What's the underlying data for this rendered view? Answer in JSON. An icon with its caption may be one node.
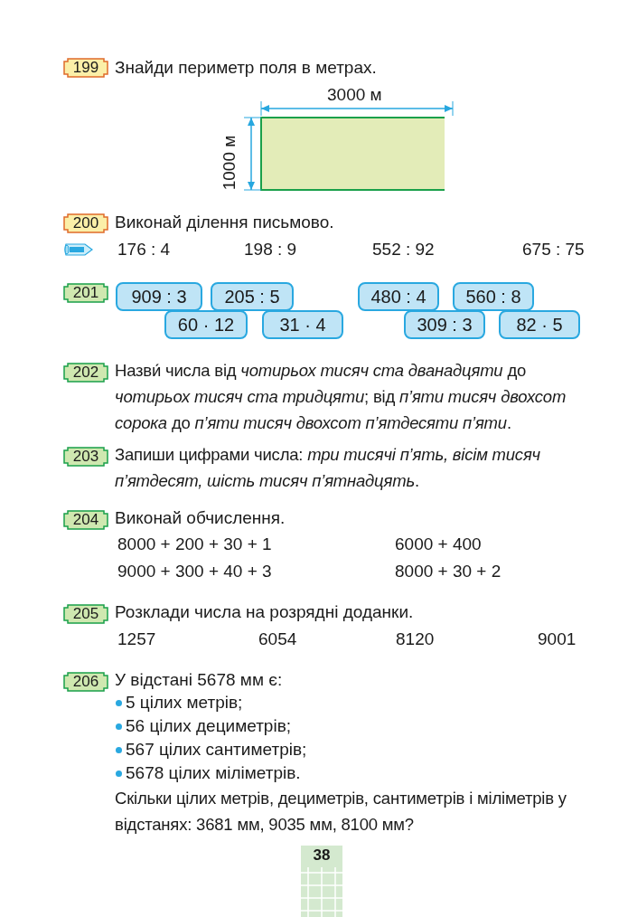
{
  "diagram": {
    "nodes": [
      {
        "text": [
          "199"
        ]
      },
      {
        "text": [
          "200"
        ]
      },
      {
        "text": [
          "201"
        ]
      },
      {
        "text": [
          "909 : 3"
        ]
      },
      {
        "text": [
          "205 : 5"
        ]
      },
      {
        "text": [
          "480 : 4"
        ]
      },
      {
        "text": [
          "560 : 8"
        ]
      },
      {
        "text": [
          "60 · 12"
        ]
      },
      {
        "text": [
          "31 · 4"
        ]
      },
      {
        "text": [
          "309 : 3"
        ]
      },
      {
        "text": [
          "82 · 5"
        ]
      },
      {
        "text": [
          "202"
        ]
      },
      {
        "text": [
          "203"
        ]
      },
      {
        "text": [
          "204"
        ]
      },
      {
        "text": [
          "205"
        ]
      },
      {
        "text": [
          "206"
        ]
      },
      {
        "text": [
          "38"
        ]
      }
    ],
    "labels": [
      "Знайди периметр поля в метрах.",
      "3000 м",
      "1000 м",
      "Виконай ділення письмово.",
      "176 : 4",
      "198 : 9",
      "552 : 92",
      "675 : 75",
      "Назви́ числа від *чотирьох тисяч ста дванадцяти* до *чотирьох тисяч ста тридцяти*; від *п’яти тисяч двохсот сорока* до *п’яти тисяч двохсот п’ятдесяти п’яти*.",
      "Запиши цифрами числа: *три тисячі п’ять, вісім тисяч п’ятдесят, шість тисяч п’ятнадцять*.",
      "Виконай обчислення.",
      "8000 + 200 + 30 + 1",
      "6000 + 400",
      "9000 + 300 + 40 + 3",
      "8000 + 30 + 2",
      "Розклади числа на розрядні доданки.",
      "1257",
      "6054",
      "8120",
      "9001",
      "У відстані 5678 мм є:",
      "5 цілих метрів;",
      "56 цілих дециметрів;",
      "567 цілих сантиметрів;",
      "5678 цілих міліметрів.",
      "Скільки цілих метрів, дециметрів, сантиметрів і міліметрів у відстанях: 3681 мм, 9035 мм, 8100 мм?"
    ]
  }
}
